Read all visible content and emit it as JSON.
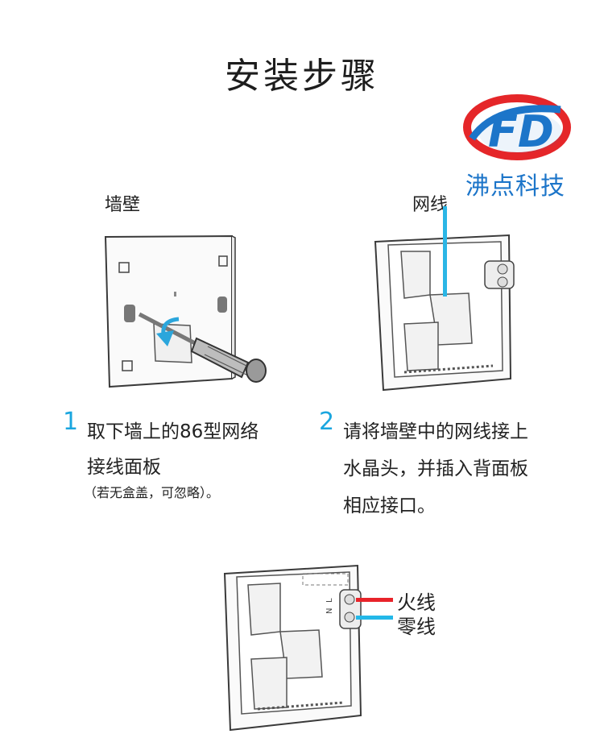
{
  "title": "安装步骤",
  "brand": {
    "logo_letters": "FD",
    "name": "沸点科技",
    "colors": {
      "red": "#e52629",
      "blue": "#1c75c9"
    }
  },
  "figure1": {
    "label": "墙壁"
  },
  "figure2": {
    "label": "网线"
  },
  "step1": {
    "number": "1",
    "line1": "取下墙上的86型网络",
    "line2": "接线面板",
    "note": "（若无盒盖，可忽略）。"
  },
  "step2": {
    "number": "2",
    "line1": "请将墙壁中的网线接上",
    "line2": "水晶头，并插入背面板",
    "line3": "相应接口。"
  },
  "figure3": {
    "live_label": "火线",
    "neutral_label": "零线",
    "terminal_marks": [
      "N",
      "L"
    ],
    "colors": {
      "live": "#e8232a",
      "neutral": "#23b8e8"
    }
  },
  "accent": "#1aa6df"
}
